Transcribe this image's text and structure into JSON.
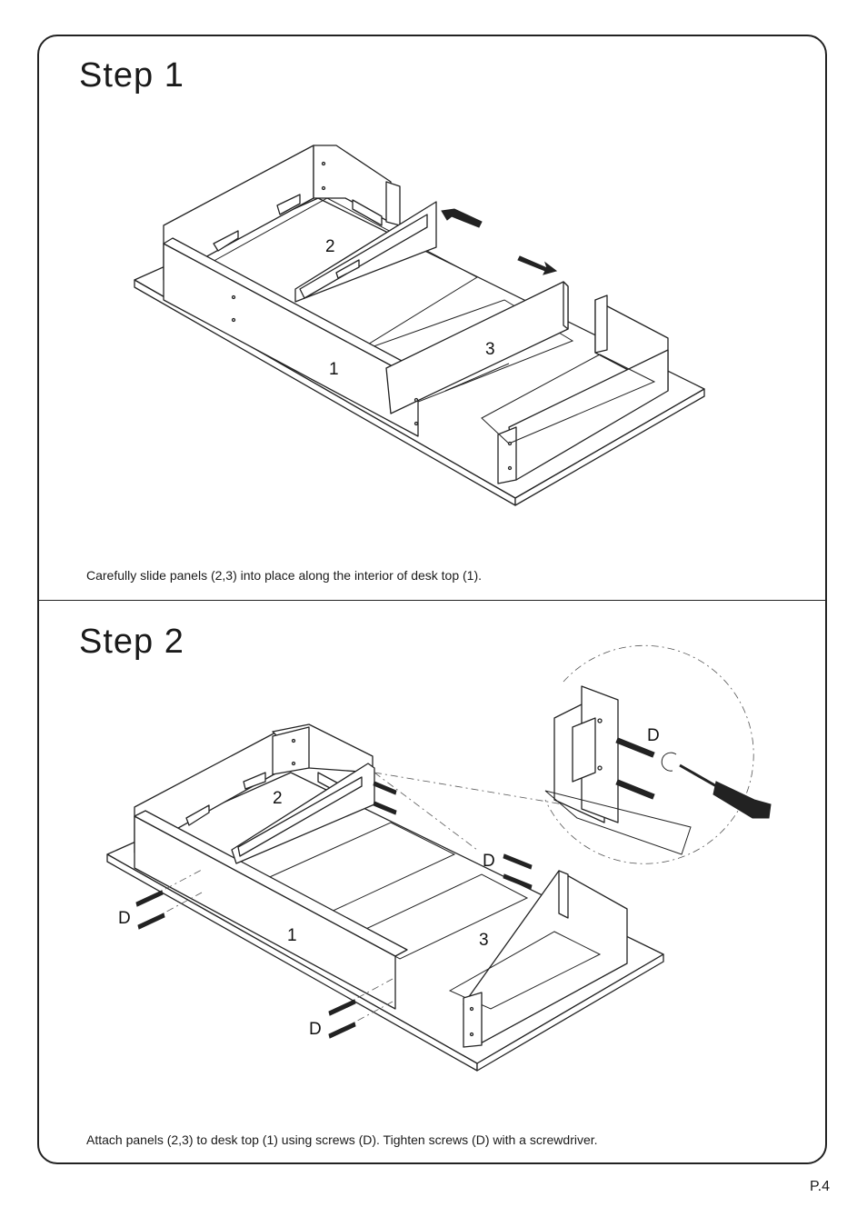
{
  "step1": {
    "title": "Step  1",
    "caption": "Carefully slide panels (2,3) into place along the interior of desk top (1).",
    "labels": {
      "part1": "1",
      "part2": "2",
      "part3": "3"
    }
  },
  "step2": {
    "title": "Step  2",
    "caption": "Attach panels (2,3) to desk top (1) using screws (D). Tighten screws (D) with a screwdriver.",
    "labels": {
      "part1": "1",
      "part2": "2",
      "part3": "3",
      "screw": "D"
    }
  },
  "page_number": "P.4"
}
